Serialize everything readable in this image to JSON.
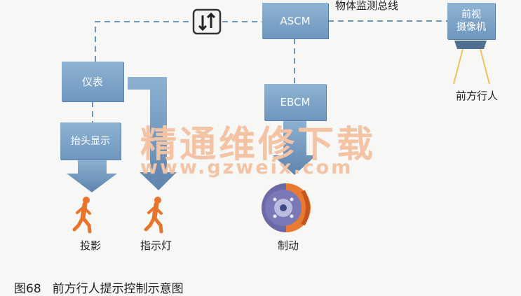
{
  "nodes": {
    "ascm": "ASCM",
    "front_camera": "前视\n摄像机",
    "cluster": "仪表",
    "ebcm": "EBCM",
    "hud": "抬头显示"
  },
  "labels": {
    "bus": "物体监测总线",
    "pedestrian_front": "前方行人",
    "projection": "投影",
    "indicator": "指示灯",
    "brake": "制动"
  },
  "watermark": {
    "title": "精通维修下载",
    "url": "www.gzweix.com"
  },
  "caption": {
    "number": "图68",
    "title": "前方行人提示控制示意图"
  },
  "colors": {
    "box": "#7ba3c8",
    "dash_line": "#6f94ba",
    "arrow": "#6f8fb6",
    "pedestrian": "#e8742a",
    "watermark": "#f3c3a3"
  }
}
